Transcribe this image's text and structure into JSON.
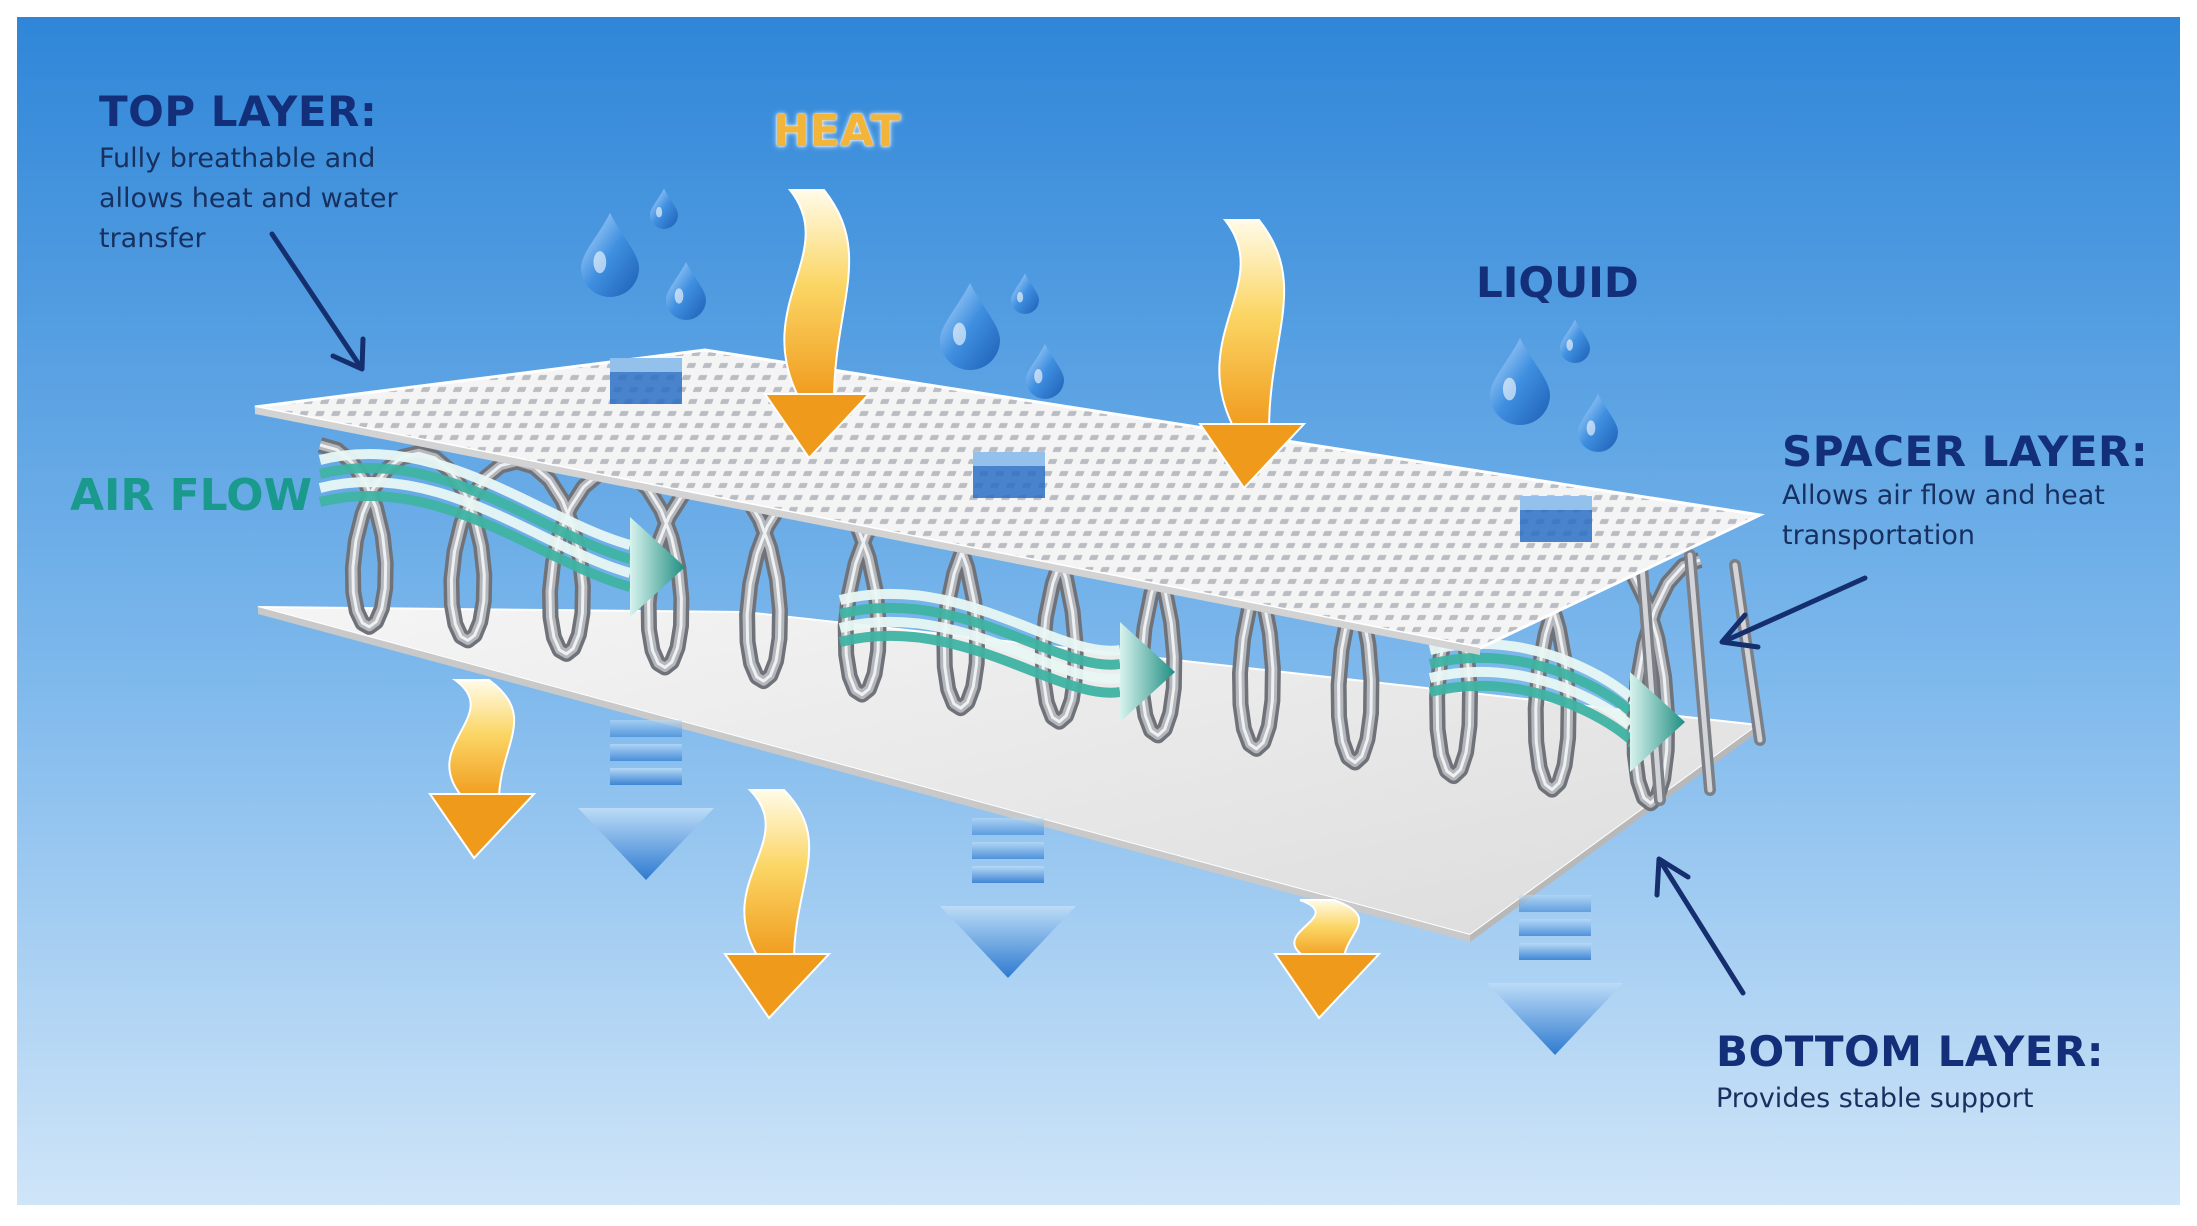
{
  "labels": {
    "top_layer_title": "TOP LAYER:",
    "top_layer_desc": [
      "Fully breathable and",
      "allows heat and water",
      "transfer"
    ],
    "heat": "HEAT",
    "liquid": "LIQUID",
    "air_flow": "AIR FLOW",
    "spacer_layer_title": "SPACER LAYER:",
    "spacer_layer_desc": [
      "Allows air flow and heat",
      "transportation"
    ],
    "bottom_layer_title": "BOTTOM LAYER:",
    "bottom_layer_desc": "Provides stable support"
  },
  "colors": {
    "background_top": "#2f86d8",
    "background_bottom": "#cfe5f8",
    "label_navy": "#142f7a",
    "heat_yellow": "#f2b53a",
    "heat_orange": "#f09a1c",
    "air_teal": "#1a9a8c",
    "water_blue": "#3a86d6",
    "layer_white": "#f2f2f2",
    "fiber_grey": "#8a8d92"
  }
}
